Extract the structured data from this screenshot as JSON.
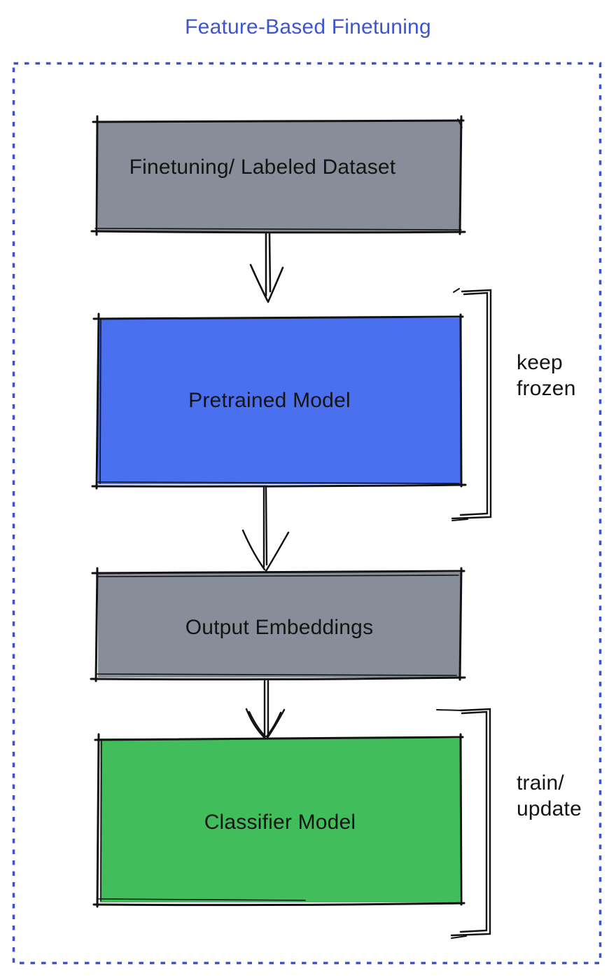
{
  "diagram": {
    "title": "Feature-Based Finetuning",
    "title_color": "#3d56ce",
    "border_color": "#3d53c9",
    "stroke_color": "#121212",
    "text_color": "#141414",
    "nodes": [
      {
        "id": "dataset",
        "label": "Finetuning/ Labeled Dataset",
        "fill": "#878e99"
      },
      {
        "id": "pretrained",
        "label": "Pretrained Model",
        "fill": "#4b70ef"
      },
      {
        "id": "embeddings",
        "label": "Output Embeddings",
        "fill": "#878e99"
      },
      {
        "id": "classifier",
        "label": "Classifier Model",
        "fill": "#42bd5b"
      }
    ],
    "edges": [
      {
        "from": "dataset",
        "to": "pretrained"
      },
      {
        "from": "pretrained",
        "to": "embeddings"
      },
      {
        "from": "embeddings",
        "to": "classifier"
      }
    ],
    "annotations": [
      {
        "target": "pretrained",
        "label": "keep\nfrozen"
      },
      {
        "target": "classifier",
        "label": "train/\nupdate"
      }
    ]
  }
}
